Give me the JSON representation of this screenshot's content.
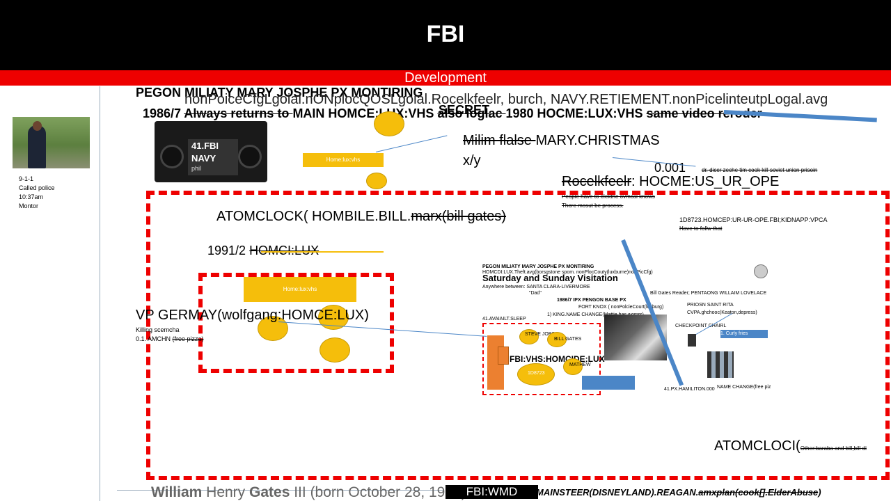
{
  "header": {
    "title": "FBI",
    "subtitle": "Development"
  },
  "sidebar": {
    "photo_icon": "officer-photo",
    "notes": [
      "9-1-1",
      "Called police",
      "10:37am",
      "Montor"
    ]
  },
  "top": {
    "line1": "PEGON MILIATY MARY JOSPHE PX MONTIRING",
    "overlay_line": "nonPoiceCfgLgoial.nONplocQOSLgoial.Rocelkfeelr, burch, NAVY.RETIEMENT.nonPicelinteutpLogal.avg",
    "secret": "SECRET",
    "line2_a": "1986/7 ",
    "line2_strike": "Always returns to ",
    "line2_b": "MAIN HOMCE:LUX:VHS ",
    "line2_strike2": "also loglac ",
    "line2_c": "1980 HOCME:LUX:VHS ",
    "line2_strike3": "same video reroder"
  },
  "vhs": {
    "label1": "41.FBI",
    "label2": "NAVY",
    "label3": "phil"
  },
  "gold_label_1": "Home:lux:vhs",
  "gold_label_2": "Home:lux:vhs",
  "mid": {
    "milim_strike": "Milim flalse ",
    "milim_rest": "MARY.CHRISTMAS",
    "xy": "x/y",
    "num": "0.001",
    "small_strike": "dr. dicer zeche tim cook kill soviet union prisoin",
    "rocelkfeelr_strike": "Rocelkfeelr",
    "rocelkfeelr_rest": ": HOCME:US_UR_OPE",
    "people1": "People have to elekthe ovmcal knows",
    "people2": "There mosut be process.",
    "code": "1D8723.HOMCEP:UR-UR-OPE.FBI;KIDNAPP:VPCA",
    "code_sub": "Have to follw that"
  },
  "left_block": {
    "atomclock": "ATOMCLOCK(  HOMBILE.BILL.",
    "atomclock_strike": "marx(bill gates)",
    "year": "1991/2 ",
    "year_strike": "HOMCI:LUX",
    "germany": "VP GERMAY(wolfgang:HOMCE:LUX)",
    "kill": "Killing scemcha",
    "amchn_a": "0.1. AMCHN ",
    "amchn_strike": "(free pizza)"
  },
  "right_block": {
    "t1": "PEGON MILIATY MARY JOSPHE PX MONTIRING",
    "t2": "HOMCDI:LUX.Theft.avg(borsgstone spom. nonPlocCouty(luxburne)nonPicCfg)",
    "t3": "Saturday and Sunday Visitation",
    "t4": "Anywhere between: SANTA CLARA-LIVERMORE",
    "t5": "\"Dad\"",
    "t6": "1986/7 IPX  PENGON BASE PX",
    "t7": "FORT KNOX ( nonPolcieCourt(luxburg)",
    "t8": "1) KING.NAME CHANGE(Mattie has womrs)",
    "t9": "Bill Gates Reader; PENTAONG WILLAIM LOVELACE",
    "t10": "PRIOSN SAINT RITA",
    "t11": "CVPA.ghchooc(Keaton,depress)",
    "t12": "41.AVAIAILT.SLEEP",
    "t13": "CHECKPOINT CHAIRL",
    "t14": "1.  Curly fries",
    "t15": "STEVE JOBS",
    "t16": "BILL GATES",
    "t17": "FBI:VHS:HOMCIDE:LUX",
    "t18": "MATHEW",
    "t19": "1D8723",
    "t20": "41.PX.HAMILITON.000",
    "t21": "NAME CHANGE(free piz"
  },
  "bottom": {
    "atomcloci": "ATOMCLOCI(",
    "atomcloci_strike": "Other:baraba and bill,bill di",
    "wiki_a": "William",
    "wiki_b": " Henry ",
    "wiki_c": "Gates",
    "wiki_d": " III (born October 28, 1955) is",
    "fbi_wmd": "FBI:WMD",
    "disney_a": "MAINSTEER(DISNEYLAND).REAGAN.",
    "disney_strike": "amxplan(cook[].ElderAbuse",
    "disney_end": ")"
  }
}
